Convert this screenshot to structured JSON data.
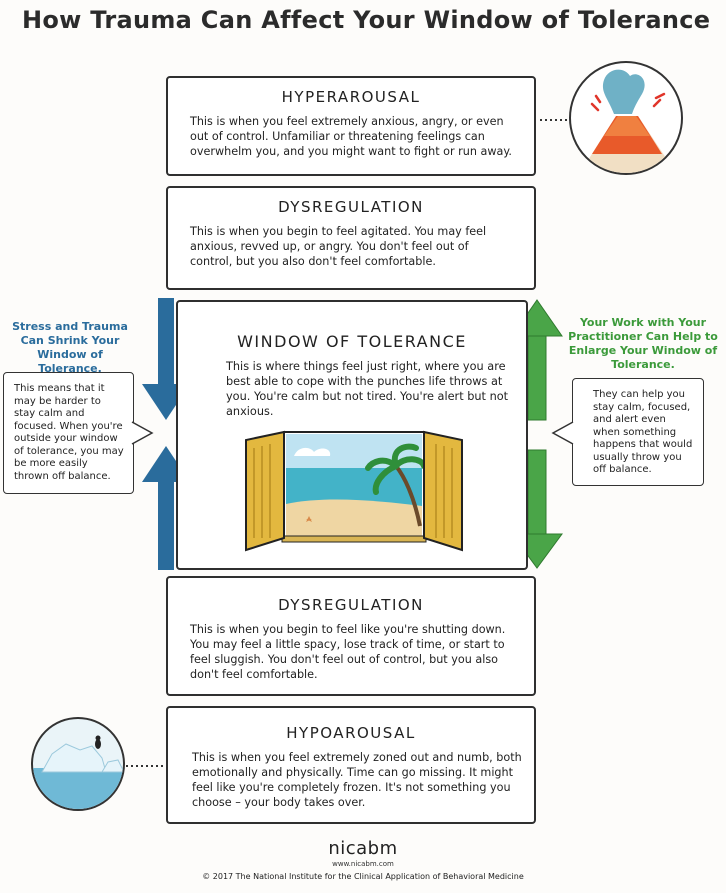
{
  "title": "How Trauma Can Affect Your Window of Tolerance",
  "zones": {
    "hyperarousal": {
      "heading": "HYPERAROUSAL",
      "text": "This is when you feel extremely anxious, angry, or even out of control. Unfamiliar or threatening feelings can overwhelm you, and you might want to fight or run away."
    },
    "dysregulation_upper": {
      "heading": "DYSREGULATION",
      "text": "This is when you begin to feel agitated. You may feel anxious, revved up, or angry. You don't feel out of control, but you also don't feel comfortable."
    },
    "window": {
      "heading": "WINDOW OF TOLERANCE",
      "text": "This is where things feel just right, where you are best able to cope with the punches life throws at you. You're calm but not tired. You're alert but not anxious."
    },
    "dysregulation_lower": {
      "heading": "DYSREGULATION",
      "text": "This is when you begin to feel like you're shutting down. You may feel a little spacy, lose track of time, or start to feel sluggish. You don't feel out of control, but you also don't feel comfortable."
    },
    "hypoarousal": {
      "heading": "HYPOAROUSAL",
      "text": "This is when you feel extremely zoned out and numb, both emotionally and physically. Time can go missing. It might feel like you're completely frozen. It's not something you choose – your body takes over."
    }
  },
  "left_side": {
    "heading": "Stress and Trauma Can Shrink Your Window of Tolerance.",
    "bubble": "This means that it may be harder to stay calm and focused. When you're outside your window of tolerance, you may be more easily thrown off balance."
  },
  "right_side": {
    "heading": "Your Work with Your Practitioner Can Help to Enlarge Your Window of Tolerance.",
    "bubble": "They can help you stay calm, focused, and alert even when something happens that would usually throw you off balance."
  },
  "footer": {
    "logo": "nicabm",
    "website": "www.nicabm.com",
    "copyright": "© 2017 The National Institute for the Clinical Application of Behavioral Medicine"
  },
  "colors": {
    "shrink_arrow": "#2a6c9c",
    "enlarge_arrow": "#4aa548",
    "left_heading": "#2a6c9c",
    "right_heading": "#3b9a3a"
  },
  "icons": {
    "top_illustration": "volcano-icon",
    "bottom_illustration": "iceberg-icon",
    "window_illustration": "open-window-beach-icon"
  }
}
